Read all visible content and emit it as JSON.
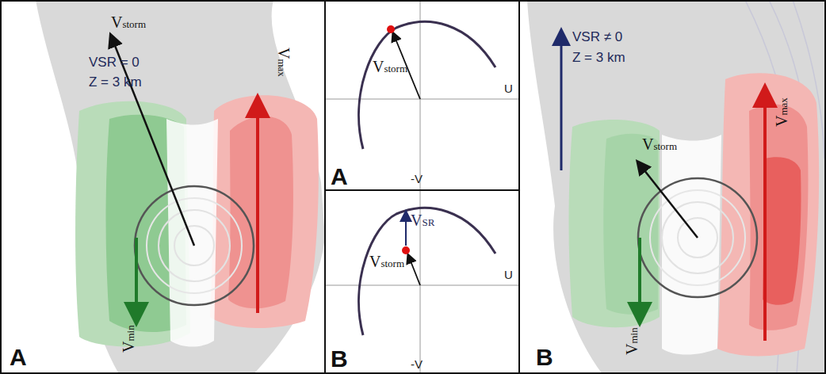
{
  "diagram": {
    "labels": [
      "Vstorm",
      "VSR = 0",
      "Z = 3 km",
      "Vmax",
      "Vmin",
      "A",
      "Vstorm",
      "U",
      "-V",
      "A",
      "VSR",
      "Vstorm",
      "U",
      "-V",
      "B",
      "VSR ≠ 0",
      "Z = 3 km",
      "Vmax",
      "Vstorm",
      "Vmin",
      "B"
    ]
  }
}
